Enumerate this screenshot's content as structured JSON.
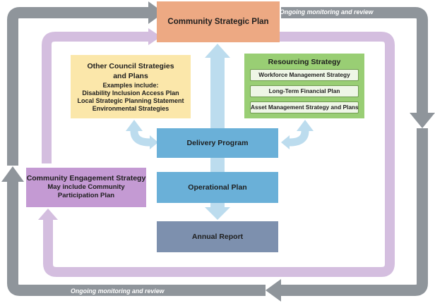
{
  "colors": {
    "outer_loop": "#8f959b",
    "inner_loop": "#d4bedf",
    "connector": "#bcdcee",
    "strategic_plan": "#eda983",
    "council_strategies": "#fbe7aa",
    "resourcing": "#99ce74",
    "program": "#6ab0d8",
    "report": "#7d90ae",
    "engagement": "#c49ad3"
  },
  "monitoring": {
    "top": "Ongoing monitoring and review",
    "bottom": "Ongoing monitoring and review"
  },
  "community_strategic_plan": "Community Strategic Plan",
  "other_strategies": {
    "title_line1": "Other Council Strategies",
    "title_line2": "and Plans",
    "intro": "Examples include:",
    "items": [
      "Disability Inclusion Access Plan",
      "Local Strategic Planning Statement",
      "Environmental Strategies"
    ]
  },
  "resourcing": {
    "title": "Resourcing Strategy",
    "items": [
      "Workforce Management Strategy",
      "Long-Term Financial Plan",
      "Asset Management Strategy and Plans"
    ]
  },
  "delivery_program": "Delivery Program",
  "operational_plan": "Operational Plan",
  "annual_report": "Annual Report",
  "engagement": {
    "title": "Community Engagement Strategy",
    "line1": "May include Community",
    "line2": "Participation Plan"
  }
}
